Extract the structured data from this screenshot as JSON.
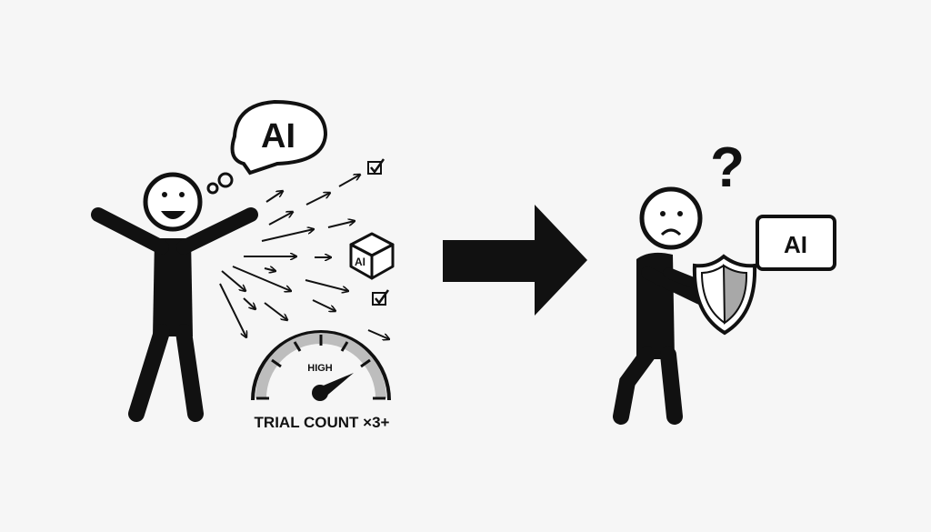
{
  "left_scene": {
    "thought_bubble_text": "AI",
    "cube_label": "AI",
    "gauge_label": "HIGH",
    "gauge_caption": "TRIAL COUNT ×3+"
  },
  "right_scene": {
    "question_mark": "?",
    "ai_box_label": "AI"
  },
  "colors": {
    "ink": "#111111",
    "background": "#f6f6f6",
    "gauge_fill": "#bdbdbd",
    "shield_fill": "#a8a8a8"
  }
}
